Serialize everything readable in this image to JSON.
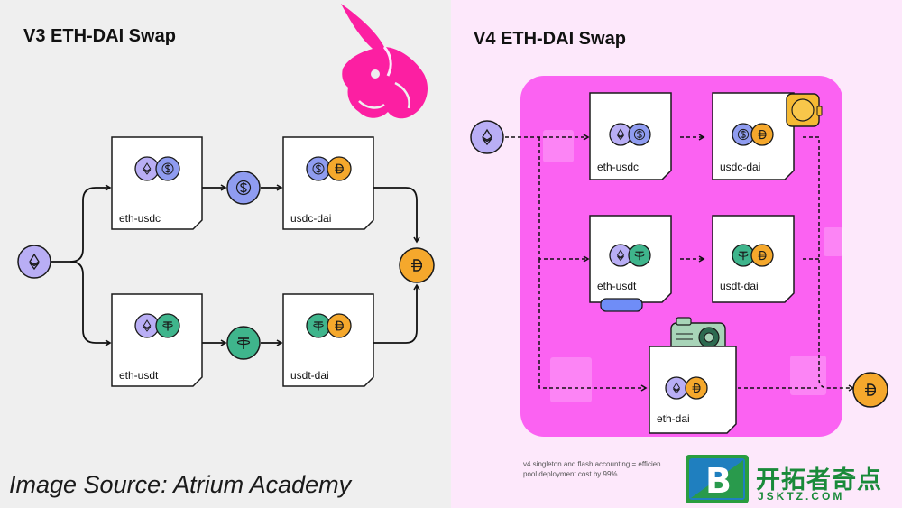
{
  "v3": {
    "title": "V3 ETH-DAI Swap",
    "pools": [
      {
        "label": "eth-usdc"
      },
      {
        "label": "usdc-dai"
      },
      {
        "label": "eth-usdt"
      },
      {
        "label": "usdt-dai"
      }
    ]
  },
  "v4": {
    "title": "V4 ETH-DAI Swap",
    "pools": [
      {
        "label": "eth-usdc"
      },
      {
        "label": "usdc-dai"
      },
      {
        "label": "eth-usdt"
      },
      {
        "label": "usdt-dai"
      },
      {
        "label": "eth-dai"
      }
    ],
    "footnote_line1": "v4 singleton and flash accounting = efficien",
    "footnote_line2": "pool deployment cost by 99%"
  },
  "source": "Image Source: Atrium Academy",
  "watermark": {
    "cn": "开拓者奇点",
    "url": "JSKTZ.COM"
  },
  "icons": {
    "eth": "eth-token-icon",
    "usdc": "usdc-token-icon",
    "usdt": "usdt-token-icon",
    "dai": "dai-token-icon",
    "logo": "uniswap-unicorn-logo"
  },
  "colors": {
    "eth": "#b9aef5",
    "usdc": "#8f9cf0",
    "usdt": "#3fb58c",
    "dai": "#f5a82c",
    "v4_panel": "#fb62f2",
    "left_bg": "#efefef",
    "right_bg": "#fde8fb"
  }
}
